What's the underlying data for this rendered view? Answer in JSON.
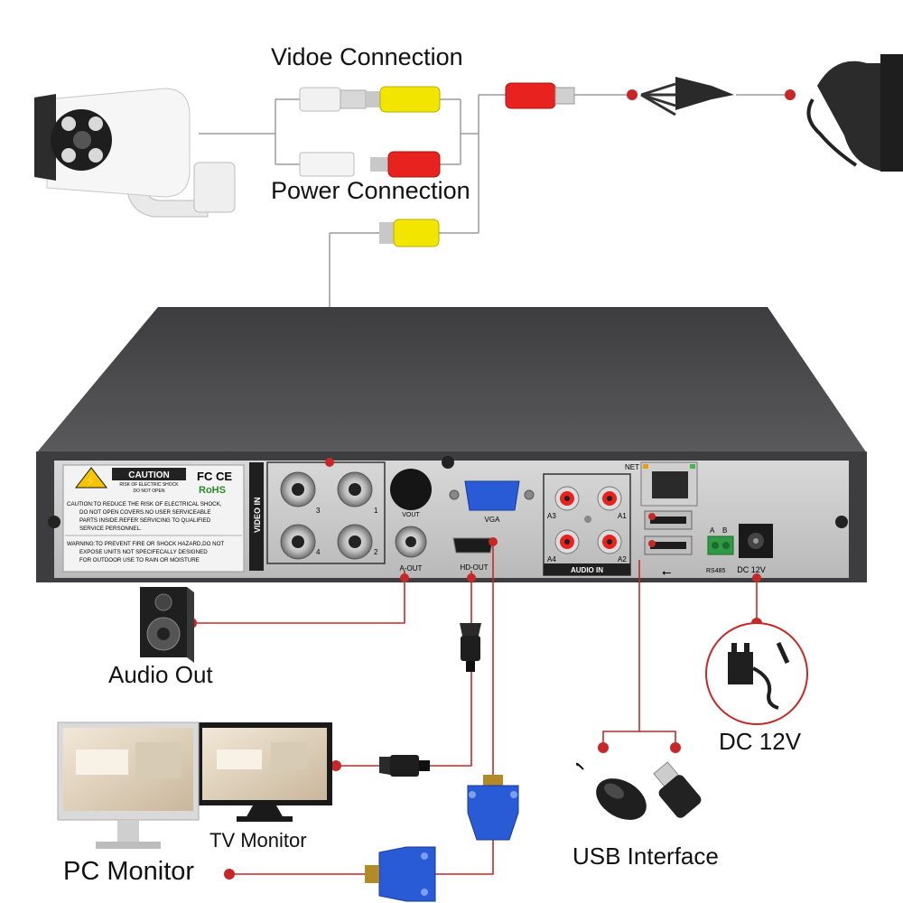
{
  "labels": {
    "video_connection": "Vidoe Connection",
    "power_connection": "Power Connection",
    "audio_out": "Audio Out",
    "pc_monitor": "PC Monitor",
    "tv_monitor": "TV Monitor",
    "usb_interface": "USB Interface",
    "dc_12v": "DC 12V"
  },
  "panel": {
    "video_in": "VIDEO IN",
    "ch1": "1",
    "ch2": "2",
    "ch3": "3",
    "ch4": "4",
    "vout": "VOUT",
    "aout": "A-OUT",
    "vga": "VGA",
    "hd_out": "HD-OUT",
    "audio_in": "AUDIO IN",
    "a1": "A1",
    "a2": "A2",
    "a3": "A3",
    "a4": "A4",
    "net": "NET",
    "rs485": "RS485",
    "rs485_a": "A",
    "rs485_b": "B",
    "dc12v": "DC 12V",
    "caution": "CAUTION",
    "caution_sub1": "RISK OF ELECTRIC SHOCK",
    "caution_sub2": "DO NOT OPEN",
    "fcc": "FC CE",
    "rohs": "RoHS",
    "caution_text": [
      "CAUTION:TO REDUCE THE RISK OF ELECTRICAL SHOCK,",
      "DO NOT OPEN COVERS.NO USER SERVICEABLE",
      "PARTS INSIDE.REFER SERVICING TO QUALIFIED",
      "SERVICE PERSONNEL."
    ],
    "warning_text": [
      "WARNING:TO PREVENT FIRE OR SHOCK HAZARD,DO NOT",
      "EXPOSE UNITS NOT SPECIFECALLY DESIGNED",
      "FOR OUTDOOR USE TO RAIN OR MOISTURE"
    ]
  },
  "colors": {
    "line_red": "#c62828",
    "line_grey": "#8a8a8a",
    "chassis": "#4a4a4c",
    "panel": "#c9c9c9",
    "rca_yellow": "#f2e600",
    "rca_red": "#e8231f",
    "vga_blue": "#2a5bd7"
  }
}
